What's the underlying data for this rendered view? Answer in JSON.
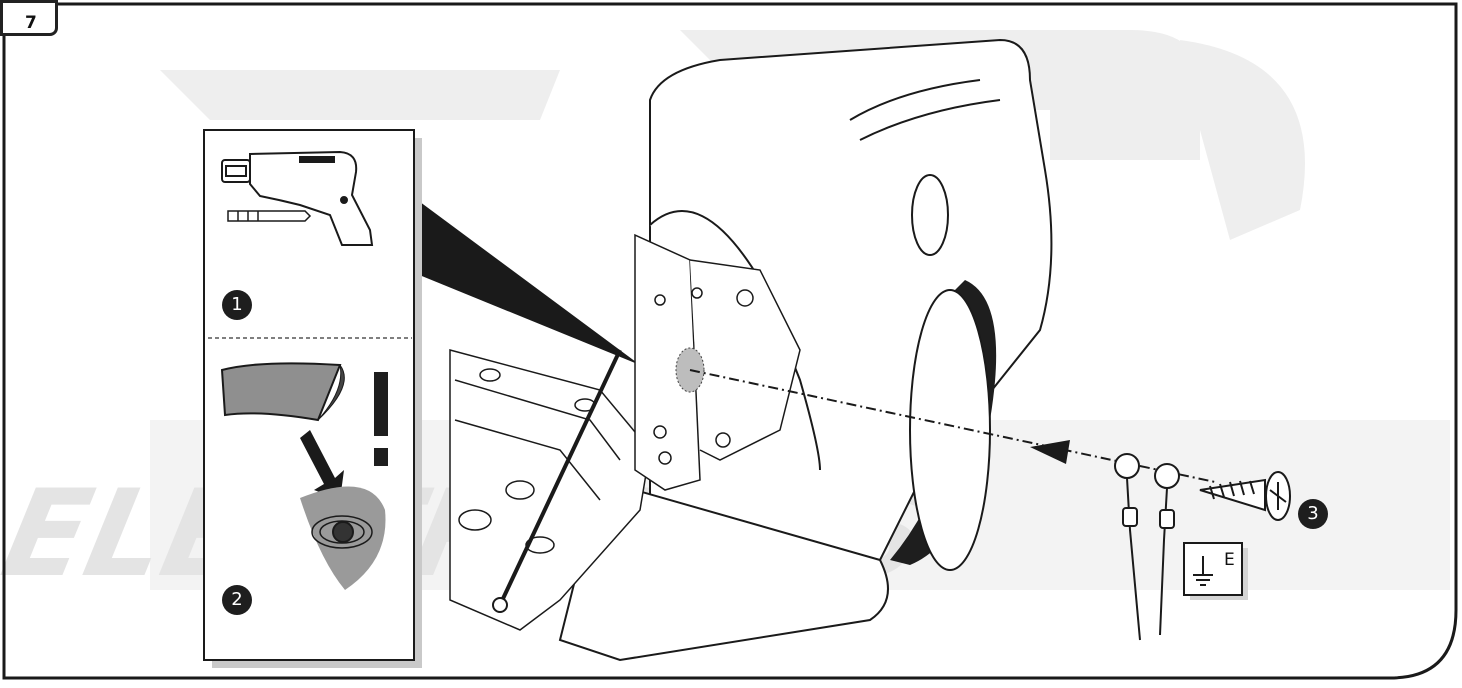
{
  "step": {
    "number": "7"
  },
  "callouts": [
    "1",
    "2",
    "3"
  ],
  "earth_symbol": {
    "letter": "E"
  },
  "icons": [
    "drill-icon",
    "drill-bit-icon",
    "warning-exclamation-icon",
    "screw-icon",
    "ring-terminal-icon",
    "earth-ground-icon"
  ],
  "colors": {
    "line": "#1a1a1a",
    "watermark": "#ececec",
    "panel_shadow": "#c9c9c9",
    "gray_fill": "#8f8f8f"
  }
}
